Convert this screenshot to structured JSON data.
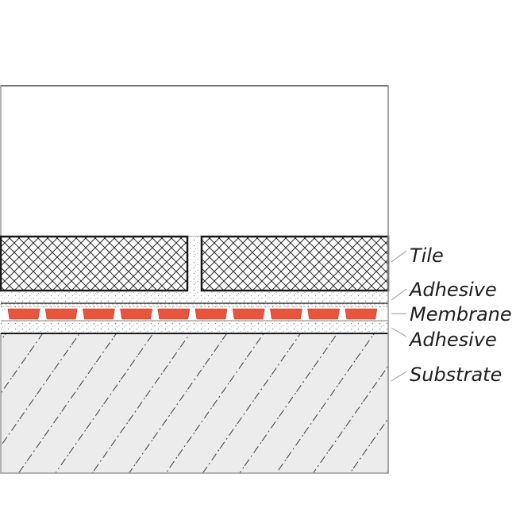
{
  "diagram": {
    "labels": {
      "tile": "Tile",
      "adhesive_top": "Adhesive",
      "membrane": "Membrane",
      "adhesive_bottom": "Adhesive",
      "substrate": "Substrate"
    },
    "colors": {
      "outline": "#1a1a1a",
      "membrane_block": "#e8553c",
      "substrate_fill": "#ececec",
      "adhesive_dots": "#8a8a8a",
      "leader_line": "#9a9a9a"
    }
  }
}
